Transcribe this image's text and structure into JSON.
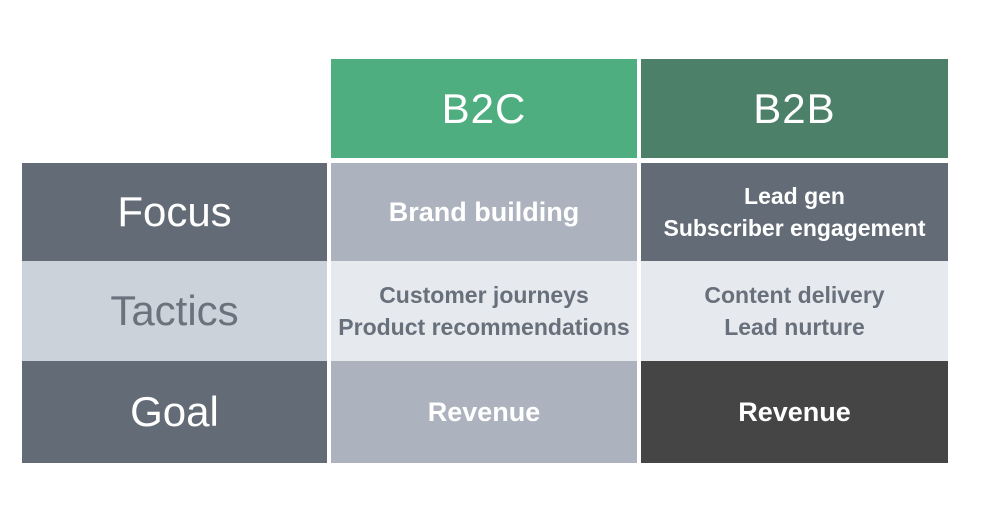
{
  "palette": {
    "b2c_header_green": "#4fae80",
    "b2b_header_green": "#4c8069",
    "dark_slate": "#636b76",
    "medium_gray": "#acb3be",
    "light_gray": "#ccd2d9",
    "pale_gray": "#e6e9ee",
    "charcoal": "#454545",
    "white_text": "#ffffff",
    "gray_text": "#6a727d"
  },
  "chart_data": {
    "type": "table",
    "title": "B2C vs B2B comparison table",
    "column_headers": [
      "B2C",
      "B2B"
    ],
    "row_headers": [
      "Focus",
      "Tactics",
      "Goal"
    ],
    "cells": [
      [
        "Brand building",
        "Lead gen\nSubscriber engagement"
      ],
      [
        "Customer journeys\nProduct recommendations",
        "Content delivery\nLead nurture"
      ],
      [
        "Revenue",
        "Revenue"
      ]
    ],
    "layout": {
      "legend": "none",
      "grid": "off",
      "header_row_colors": [
        "#4fae80",
        "#4c8069"
      ],
      "row_band_colors": [
        "dark",
        "light",
        "dark"
      ]
    }
  }
}
